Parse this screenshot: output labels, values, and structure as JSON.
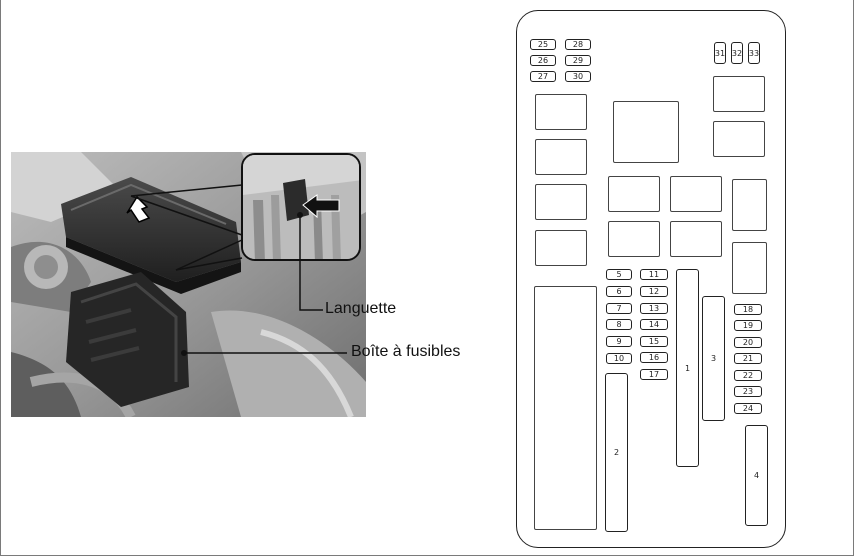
{
  "labels": {
    "tab": "Languette",
    "fuse_box": "Boîte à fusibles"
  },
  "fuse_numbers": {
    "f1": "1",
    "f2": "2",
    "f3": "3",
    "f4": "4",
    "f5": "5",
    "f6": "6",
    "f7": "7",
    "f8": "8",
    "f9": "9",
    "f10": "10",
    "f11": "11",
    "f12": "12",
    "f13": "13",
    "f14": "14",
    "f15": "15",
    "f16": "16",
    "f17": "17",
    "f18": "18",
    "f19": "19",
    "f20": "20",
    "f21": "21",
    "f22": "22",
    "f23": "23",
    "f24": "24",
    "f25": "25",
    "f26": "26",
    "f27": "27",
    "f28": "28",
    "f29": "29",
    "f30": "30",
    "f31": "31",
    "f32": "32",
    "f33": "33"
  },
  "colors": {
    "photo_base": "#8a8a8a",
    "line": "#222222"
  }
}
